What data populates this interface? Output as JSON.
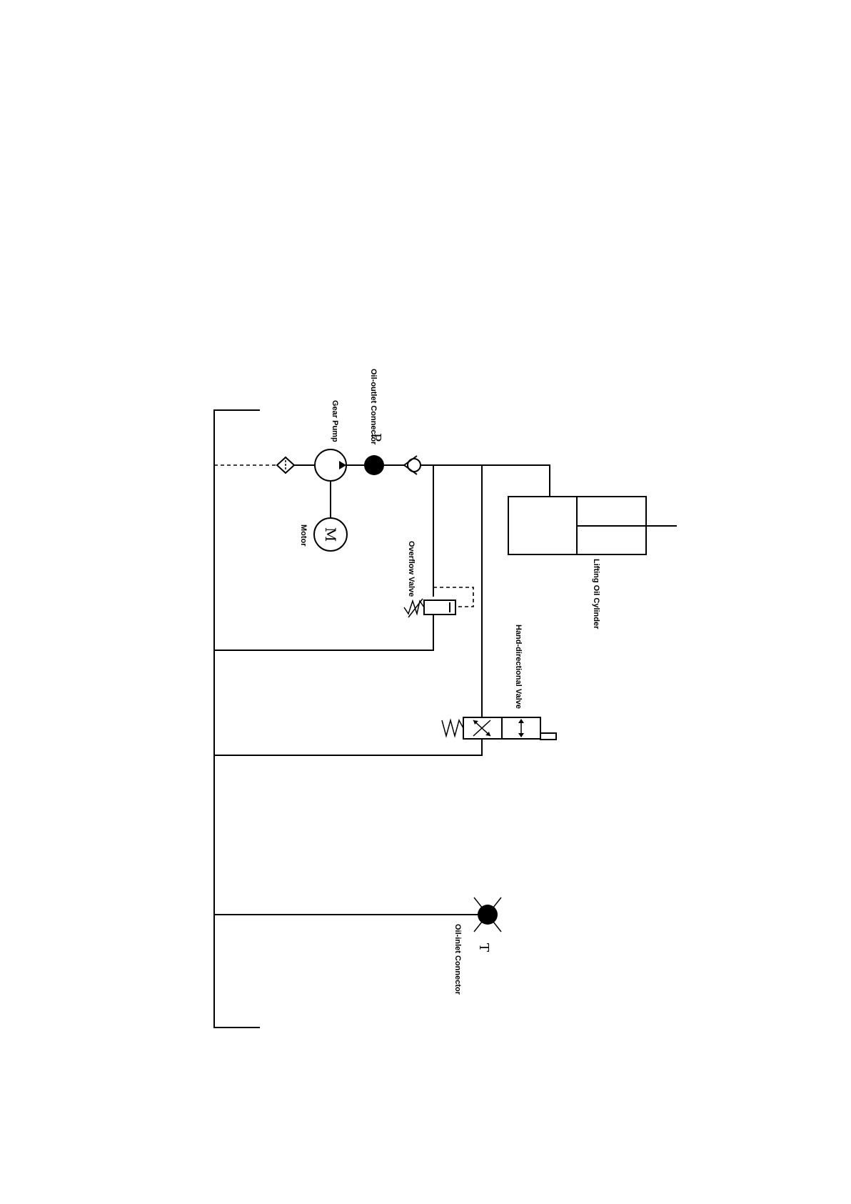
{
  "labels": {
    "oil_outlet": "Oil-outlet Connector",
    "port_p": "P",
    "gear_pump": "Gear Pump",
    "motor": "Motor",
    "motor_symbol": "M",
    "overflow_valve": "Overflow Valve",
    "lifting_cylinder": "Lifting Oil Cylinder",
    "hand_valve": "Hand-directional Valve",
    "oil_inlet": "Oil-inlet Connector",
    "port_t": "T"
  },
  "colors": {
    "line": "#000000",
    "background": "#ffffff"
  }
}
